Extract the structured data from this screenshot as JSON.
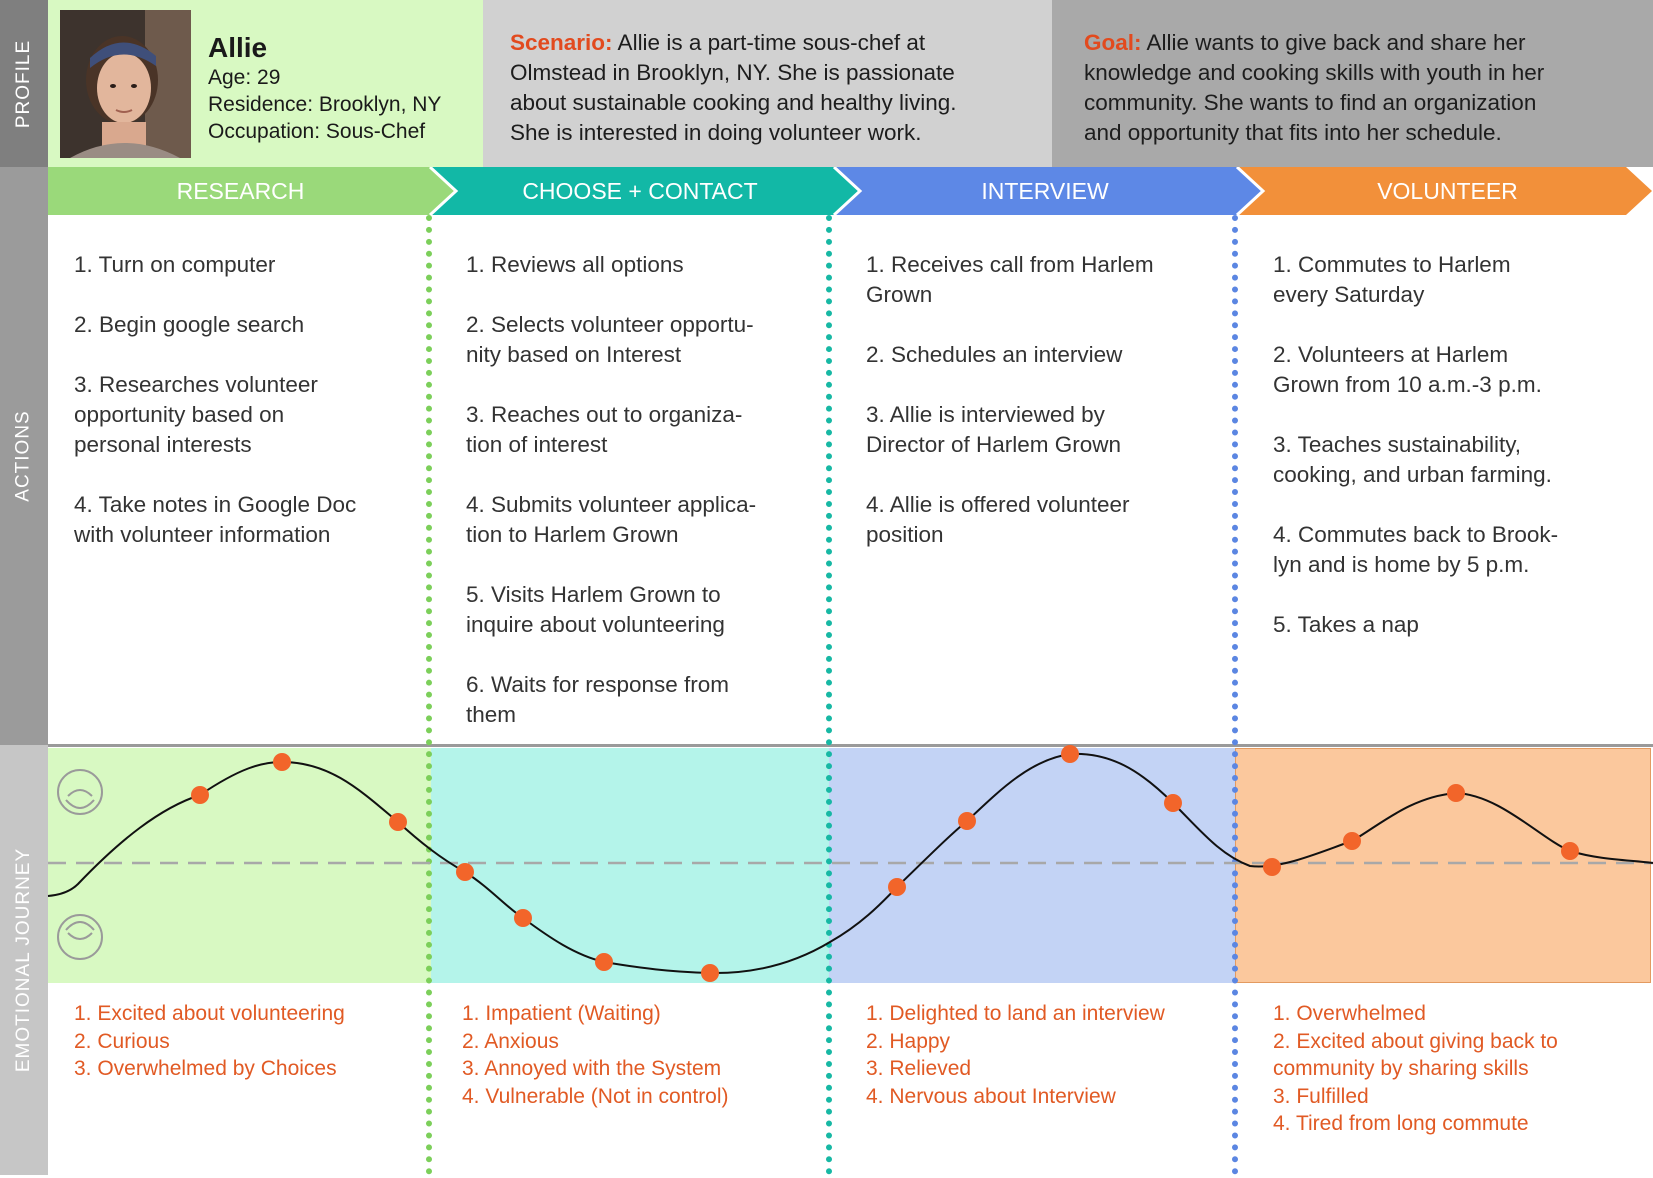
{
  "rail": {
    "profile": "PROFILE",
    "actions": "ACTIONS",
    "emotional_journey": "EMOTIONAL JOURNEY"
  },
  "profile": {
    "name": "Allie",
    "age": "Age: 29",
    "residence": "Residence: Brooklyn, NY",
    "occupation": "Occupation: Sous-Chef",
    "photo_icon": "persona-photo"
  },
  "scenario": {
    "label": "Scenario:",
    "lines": [
      " Allie is a part-time sous-chef at",
      "Olmstead in Brooklyn, NY. She is passionate",
      "about sustainable cooking and healthy living.",
      "She is interested in doing volunteer work."
    ]
  },
  "goal": {
    "label": "Goal:",
    "lines": [
      " Allie wants to give back and share her",
      "knowledge and cooking skills with youth in her",
      "community.  She wants to find an organization",
      "and opportunity that fits into her schedule."
    ]
  },
  "stages": [
    {
      "title": "RESEARCH",
      "color": "#9ad97a",
      "panel_color": "#d8f9c2",
      "actions": [
        "1. Turn on computer",
        "2. Begin google search",
        "3. Researches volunteer\nopportunity based on\npersonal interests",
        "4. Take notes in Google Doc\nwith volunteer information"
      ],
      "emotions": [
        "1. Excited about volunteering",
        "2. Curious",
        "3. Overwhelmed by Choices"
      ]
    },
    {
      "title": "CHOOSE + CONTACT",
      "color": "#12b8a6",
      "panel_color": "#b4f4ea",
      "actions": [
        "1. Reviews all options",
        "2. Selects volunteer opportu-\nnity based on Interest",
        "3. Reaches out to organiza-\ntion of interest",
        "4. Submits volunteer applica-\ntion to Harlem Grown",
        "5. Visits Harlem Grown to\ninquire about volunteering",
        "6. Waits for response from\nthem"
      ],
      "emotions": [
        "1. Impatient (Waiting)",
        "2. Anxious",
        "3. Annoyed with the System",
        "4. Vulnerable (Not in control)"
      ]
    },
    {
      "title": "INTERVIEW",
      "color": "#5d88e6",
      "panel_color": "#c3d3f5",
      "actions": [
        "1. Receives call from Harlem\nGrown",
        "2. Schedules an interview",
        "3. Allie is interviewed by\nDirector of Harlem Grown",
        "4. Allie is offered volunteer\nposition"
      ],
      "emotions": [
        "1. Delighted to land an interview",
        "2. Happy",
        "3. Relieved",
        "4. Nervous about Interview"
      ]
    },
    {
      "title": "VOLUNTEER",
      "color": "#f2903a",
      "panel_color": "#fbc89d",
      "actions": [
        "1. Commutes to Harlem\nevery Saturday",
        "2. Volunteers at Harlem\nGrown from 10 a.m.-3 p.m.",
        "3. Teaches sustainability,\ncooking, and urban farming.",
        "4. Commutes back to Brook-\nlyn and is home by 5 p.m.",
        "5. Takes a nap"
      ],
      "emotions": [
        "1. Overwhelmed",
        "2. Excited about giving back to\ncommunity by sharing skills",
        "3. Fulfilled",
        "4. Tired from long commute"
      ]
    }
  ],
  "journey": {
    "happy_icon": "smiley-face-icon",
    "sad_icon": "frown-face-icon",
    "curve_color": "#111111",
    "point_color": "#f2652a",
    "baseline_color": "#a8a8a8"
  }
}
